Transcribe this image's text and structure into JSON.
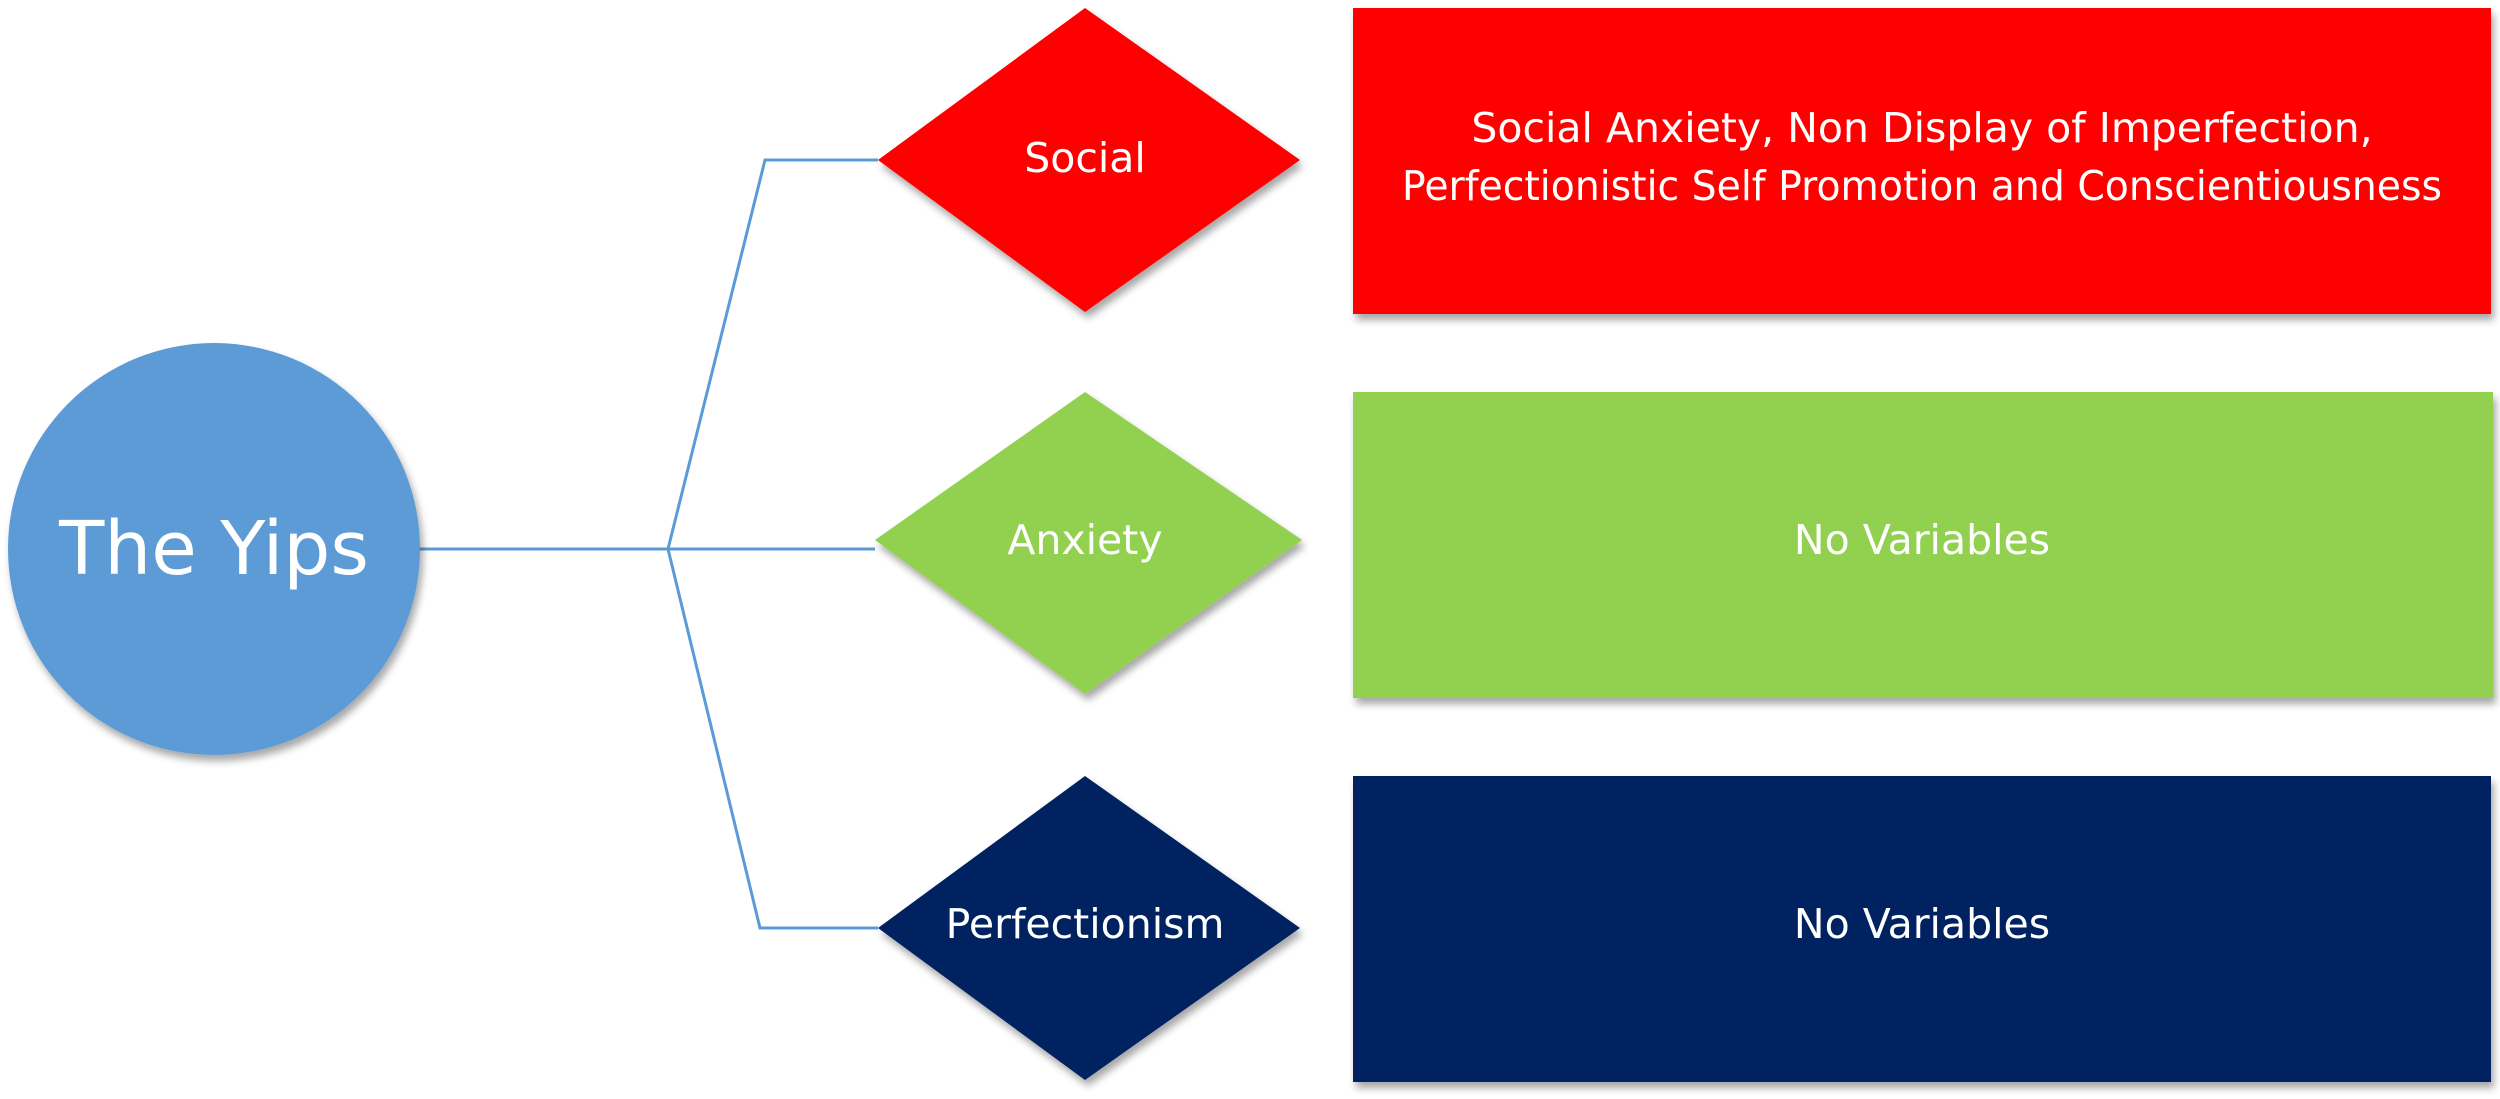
{
  "root": {
    "label": "The Yips",
    "color": "#5b9bd5"
  },
  "connector_color": "#5b9bd5",
  "branches": [
    {
      "label": "Social",
      "color": "#ff0000",
      "detail_lines": [
        "Social Anxiety, Non Display of Imperfection,",
        "Perfectionistic Self Promotion and Conscientiousness"
      ]
    },
    {
      "label": "Anxiety",
      "color": "#92d050",
      "detail_lines": [
        "No Variables"
      ]
    },
    {
      "label": "Perfectionism",
      "color": "#002060",
      "detail_lines": [
        "No Variables"
      ]
    }
  ]
}
